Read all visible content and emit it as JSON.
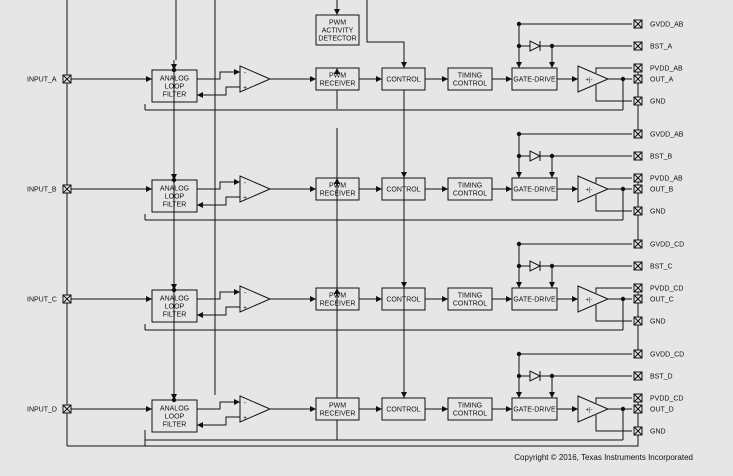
{
  "pwm_activity_detector": [
    "PWM",
    "ACTIVITY",
    "DETECTOR"
  ],
  "channels": [
    {
      "input": "INPUT_A",
      "gvdd": "GVDD_AB",
      "bst": "BST_A",
      "pvdd": "PVDD_AB",
      "out": "OUT_A",
      "gnd": "GND"
    },
    {
      "input": "INPUT_B",
      "gvdd": "GVDD_AB",
      "bst": "BST_B",
      "pvdd": "PVDD_AB",
      "out": "OUT_B",
      "gnd": "GND"
    },
    {
      "input": "INPUT_C",
      "gvdd": "GVDD_CD",
      "bst": "BST_C",
      "pvdd": "PVDD_CD",
      "out": "OUT_C",
      "gnd": "GND"
    },
    {
      "input": "INPUT_D",
      "gvdd": "GVDD_CD",
      "bst": "BST_D",
      "pvdd": "PVDD_CD",
      "out": "OUT_D",
      "gnd": "GND"
    }
  ],
  "blocks": {
    "filter": [
      "ANALOG",
      "LOOP",
      "FILTER"
    ],
    "receiver": [
      "PWM",
      "RECEIVER"
    ],
    "control": "CONTROL",
    "timing": [
      "TIMING",
      "CONTROL"
    ],
    "gate_drive": "GATE-DRIVE",
    "amp_plus": "+",
    "amp_minus": "-",
    "pwm_symbol": "+|-"
  },
  "copyright": "Copyright © 2016, Texas Instruments Incorporated"
}
